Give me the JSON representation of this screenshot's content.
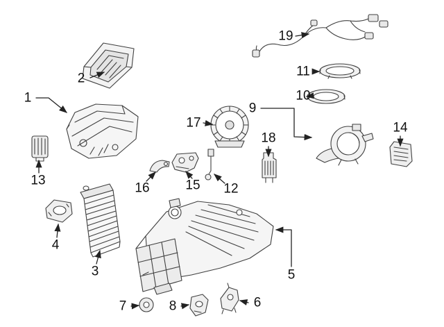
{
  "diagram": {
    "type": "exploded-parts-diagram",
    "description": "Exploded line-art parts diagram of an automotive HVAC heater / evaporator / blower assembly with numbered callouts",
    "colors": {
      "background": "#ffffff",
      "line": "#3f3f3f",
      "label": "#111111"
    },
    "callouts": [
      {
        "label": "1"
      },
      {
        "label": "2"
      },
      {
        "label": "3"
      },
      {
        "label": "4"
      },
      {
        "label": "5"
      },
      {
        "label": "6"
      },
      {
        "label": "7"
      },
      {
        "label": "8"
      },
      {
        "label": "9"
      },
      {
        "label": "10"
      },
      {
        "label": "11"
      },
      {
        "label": "12"
      },
      {
        "label": "13"
      },
      {
        "label": "14"
      },
      {
        "label": "15"
      },
      {
        "label": "16"
      },
      {
        "label": "17"
      },
      {
        "label": "18"
      },
      {
        "label": "19"
      }
    ]
  }
}
